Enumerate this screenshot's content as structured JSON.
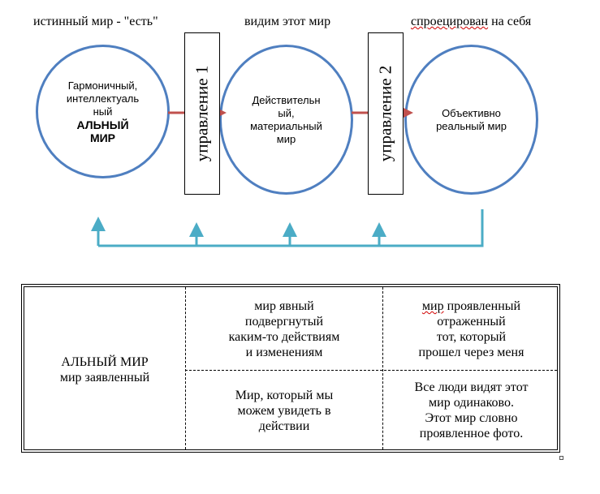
{
  "headers": {
    "left": "истинный мир - \"есть\"",
    "middle": "видим этот мир",
    "right_underlined": "спроецирован",
    "right_rest": " на себя"
  },
  "circles": {
    "left": {
      "lines": [
        "Гармоничный,",
        "интеллектуаль",
        "ный"
      ],
      "bold_lines": [
        "АЛЬНЫЙ",
        "МИР"
      ]
    },
    "middle": {
      "lines": [
        "Действительн",
        "ый,",
        "материальный",
        "мир"
      ]
    },
    "right": {
      "lines": [
        "Объективно",
        "реальный мир"
      ]
    }
  },
  "controls": {
    "first": "управление 1",
    "second": "управление 2"
  },
  "colors": {
    "circle_border": "#4f7fc0",
    "arrow_red": "#c0504d",
    "feedback_teal": "#4bacc6"
  },
  "table": {
    "left_line1": "АЛЬНЫЙ МИР",
    "left_line2": "мир заявленный",
    "top_middle": [
      "мир явный",
      "подвергнутый",
      "каким-то действиям",
      "и изменениям"
    ],
    "top_right_first_word": "мир",
    "top_right_first_rest": " проявленный",
    "top_right_rest": [
      "отраженный",
      "тот, который",
      "прошел через меня"
    ],
    "bottom_middle": [
      "Мир, который мы",
      "можем увидеть в",
      "действии"
    ],
    "bottom_right": [
      "Все люди видят этот",
      "мир одинаково.",
      "Этот мир словно",
      "проявленное фото."
    ]
  }
}
